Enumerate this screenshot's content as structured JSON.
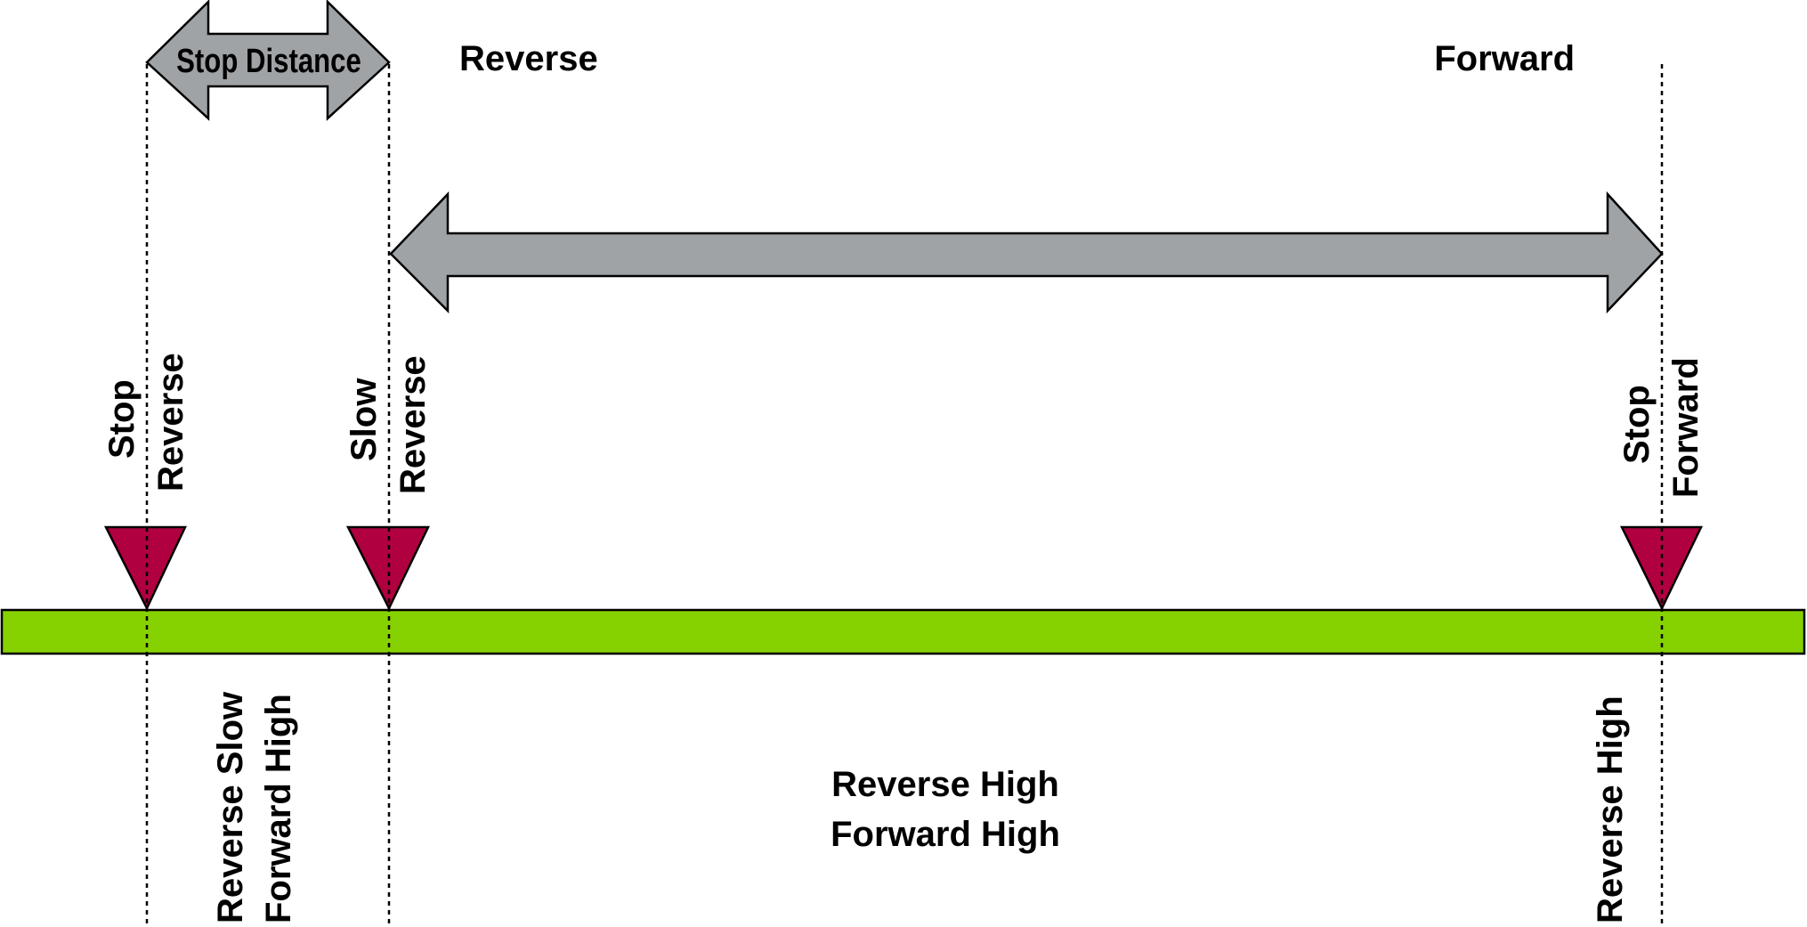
{
  "colors": {
    "track": "#86d100",
    "marker": "#b0003f",
    "arrow": "#a0a3a6",
    "outline": "#000000"
  },
  "labels": {
    "stop_distance": "Stop Distance",
    "reverse": "Reverse",
    "forward": "Forward",
    "stop_reverse": {
      "line1": "Stop",
      "line2": "Reverse"
    },
    "slow_reverse": {
      "line1": "Slow",
      "line2": "Reverse"
    },
    "stop_forward": {
      "line1": "Stop",
      "line2": "Forward"
    },
    "zone_left": {
      "line1": "Reverse Slow",
      "line2": "Forward High"
    },
    "zone_middle": {
      "line1": "Reverse High",
      "line2": "Forward High"
    },
    "zone_right": "Reverse High"
  }
}
